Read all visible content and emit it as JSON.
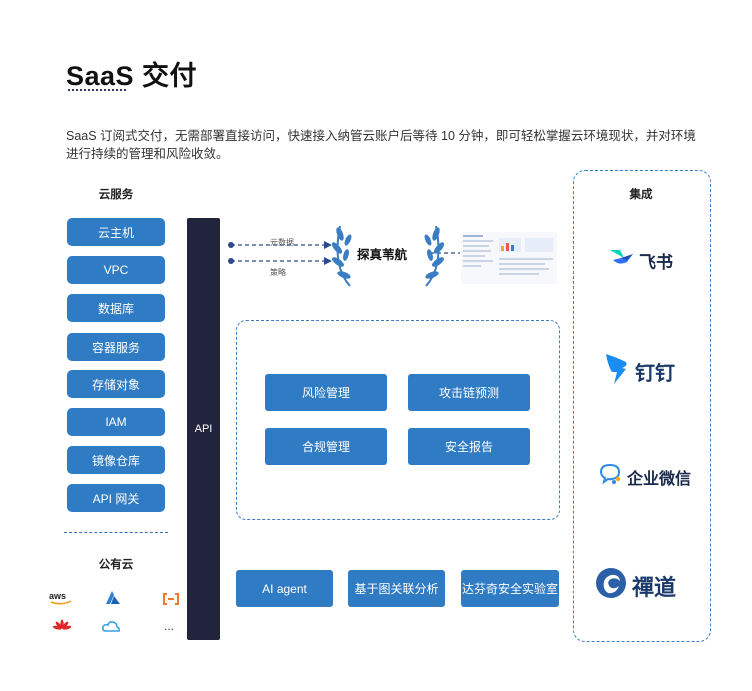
{
  "header": {
    "title": "SaaS 交付",
    "description": "SaaS 订阅式交付，无需部署直接访问，快速接入纳管云账户后等待 10 分钟，即可轻松掌握云环境现状，并对环境进行持续的管理和风险收敛。"
  },
  "cloud_services": {
    "label": "云服务",
    "items": [
      "云主机",
      "VPC",
      "数据库",
      "容器服务",
      "存储对象",
      "IAM",
      "镜像仓库",
      "API 网关"
    ]
  },
  "public_cloud": {
    "label": "公有云",
    "providers": [
      {
        "name": "aws",
        "icon": "aws-logo",
        "color": "#222222"
      },
      {
        "name": "azure",
        "icon": "azure-icon",
        "color": "#2b7fd4"
      },
      {
        "name": "aliyun",
        "icon": "aliyun-icon",
        "color": "#f07a2a"
      },
      {
        "name": "huawei",
        "icon": "huawei-icon",
        "color": "#e0252b"
      },
      {
        "name": "tencent",
        "icon": "tencent-cloud-icon",
        "color": "#3aa0e6"
      },
      {
        "name": "more",
        "icon": "more-icon",
        "text": "..."
      }
    ]
  },
  "api": {
    "label": "API"
  },
  "flow": {
    "metadata_label": "元数据",
    "policy_label": "策略"
  },
  "product": {
    "name": "探真苇航"
  },
  "core_functions": {
    "items": [
      "风险管理",
      "攻击链预测",
      "合规管理",
      "安全报告"
    ]
  },
  "bottom": {
    "items": [
      "AI agent",
      "基于图关联分析",
      "达芬奇安全实验室"
    ]
  },
  "integrations": {
    "label": "集成",
    "items": [
      {
        "name": "飞书",
        "icon": "feishu-logo",
        "color": "#3370ff"
      },
      {
        "name": "钉钉",
        "icon": "dingtalk-logo",
        "color": "#1b8cf0"
      },
      {
        "name": "企业微信",
        "icon": "wecom-logo",
        "color": "#2d8ce8"
      },
      {
        "name": "禪道",
        "icon": "zentao-logo",
        "color": "#2b5fa8"
      }
    ]
  },
  "colors": {
    "primary": "#2f7bc4",
    "api_bar": "#22233d",
    "dashed": "#3b7dc2"
  }
}
